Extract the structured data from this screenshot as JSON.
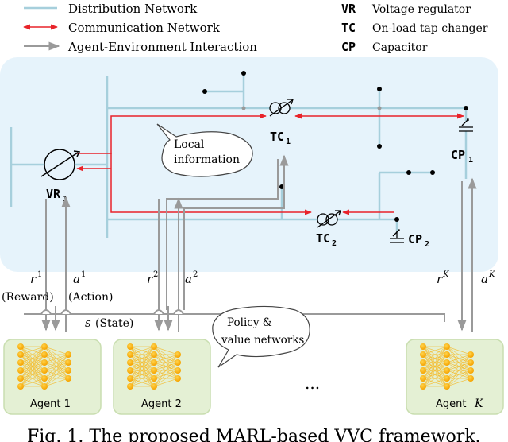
{
  "legend": {
    "distribution": "Distribution Network",
    "communication": "Communication Network",
    "interaction": "Agent-Environment Interaction",
    "vr_code": "VR",
    "vr_desc": "Voltage regulator",
    "tc_code": "TC",
    "tc_desc": "On-load tap changer",
    "cp_code": "CP",
    "cp_desc": "Capacitor"
  },
  "devices": {
    "vr1": "VR",
    "vr1_sub": "1",
    "tc1": "TC",
    "tc1_sub": "1",
    "tc2": "TC",
    "tc2_sub": "2",
    "cp1": "CP",
    "cp1_sub": "1",
    "cp2": "CP",
    "cp2_sub": "2"
  },
  "callouts": {
    "local_line1": "Local",
    "local_line2": "information",
    "policy_line1": "Policy &",
    "policy_line2": "value networks"
  },
  "signals": {
    "r": "r",
    "a": "a",
    "sup1": "1",
    "sup2": "2",
    "supK": "K",
    "reward": "(Reward)",
    "action": "(Action)",
    "state_sym": "s",
    "state_word": "(State)"
  },
  "agents": {
    "agent1": "Agent 1",
    "agent2": "Agent 2",
    "agentK_prefix": "Agent",
    "agentK_var": "K",
    "ellipsis": "..."
  },
  "caption": "Fig. 1. The proposed MARL-based VVC framework."
}
